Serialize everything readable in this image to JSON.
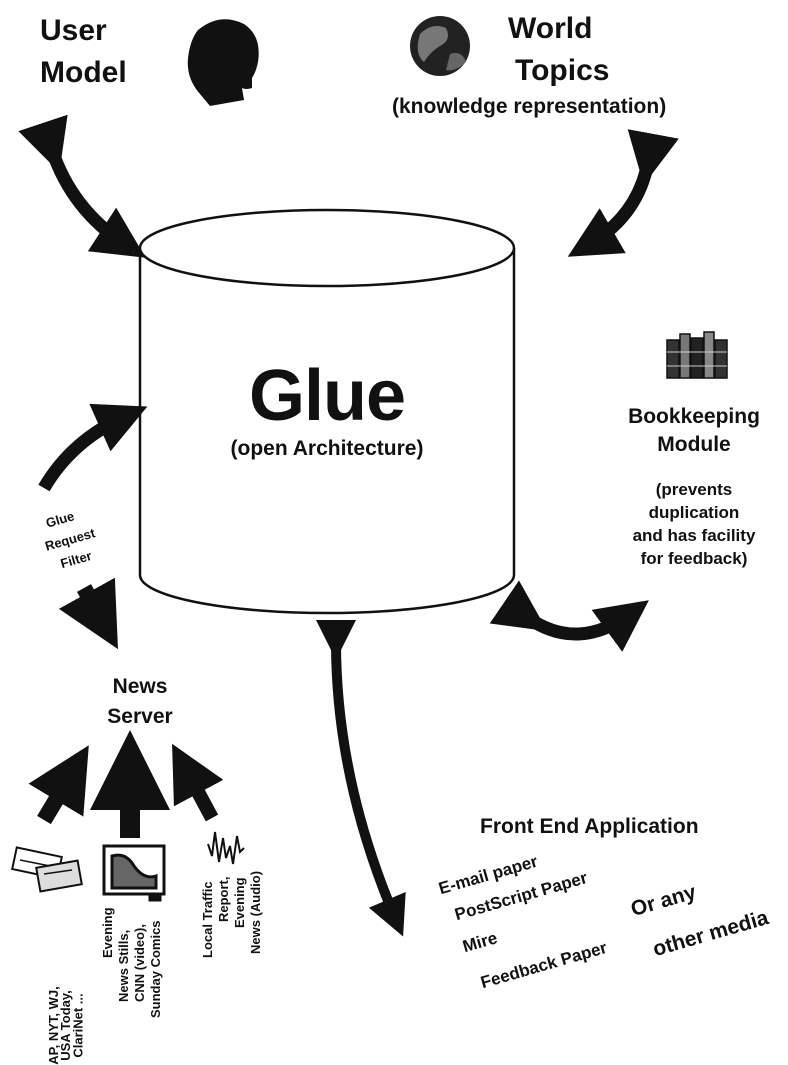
{
  "user_model": {
    "line1": "User",
    "line2": "Model",
    "icon": "head-silhouette-icon"
  },
  "world_topics": {
    "line1": "World",
    "line2": "Topics",
    "subtitle": "(knowledge representation)",
    "icon": "globe-icon"
  },
  "glue": {
    "title": "Glue",
    "subtitle": "(open Architecture)"
  },
  "bookkeeping": {
    "line1": "Bookkeeping",
    "line2": "Module",
    "note": [
      "(prevents",
      "duplication",
      "and has facility",
      "for feedback)"
    ],
    "icon": "books-icon"
  },
  "request_filter": [
    "Glue",
    "Request",
    "Filter"
  ],
  "news_server": {
    "line1": "News",
    "line2": "Server"
  },
  "news_sources": [
    {
      "lines": [
        "AP, NYT, WJ,",
        "USA Today,",
        "ClariNet ..."
      ],
      "icon": "newspapers-icon"
    },
    {
      "lines": [
        "Evening",
        "News Stills,",
        "CNN (video),",
        "Sunday Comics"
      ],
      "icon": "tv-icon"
    },
    {
      "lines": [
        "Local Traffic",
        "Report,",
        "Evening",
        "News (Audio)"
      ],
      "icon": "waveform-icon"
    }
  ],
  "front_end": {
    "title": "Front End Application",
    "outputs": [
      "E-mail paper",
      "PostScript Paper",
      "Mire",
      "Feedback Paper"
    ],
    "other": [
      "Or any",
      "other media"
    ]
  },
  "colors": {
    "ink": "#111111",
    "paper": "#ffffff"
  }
}
